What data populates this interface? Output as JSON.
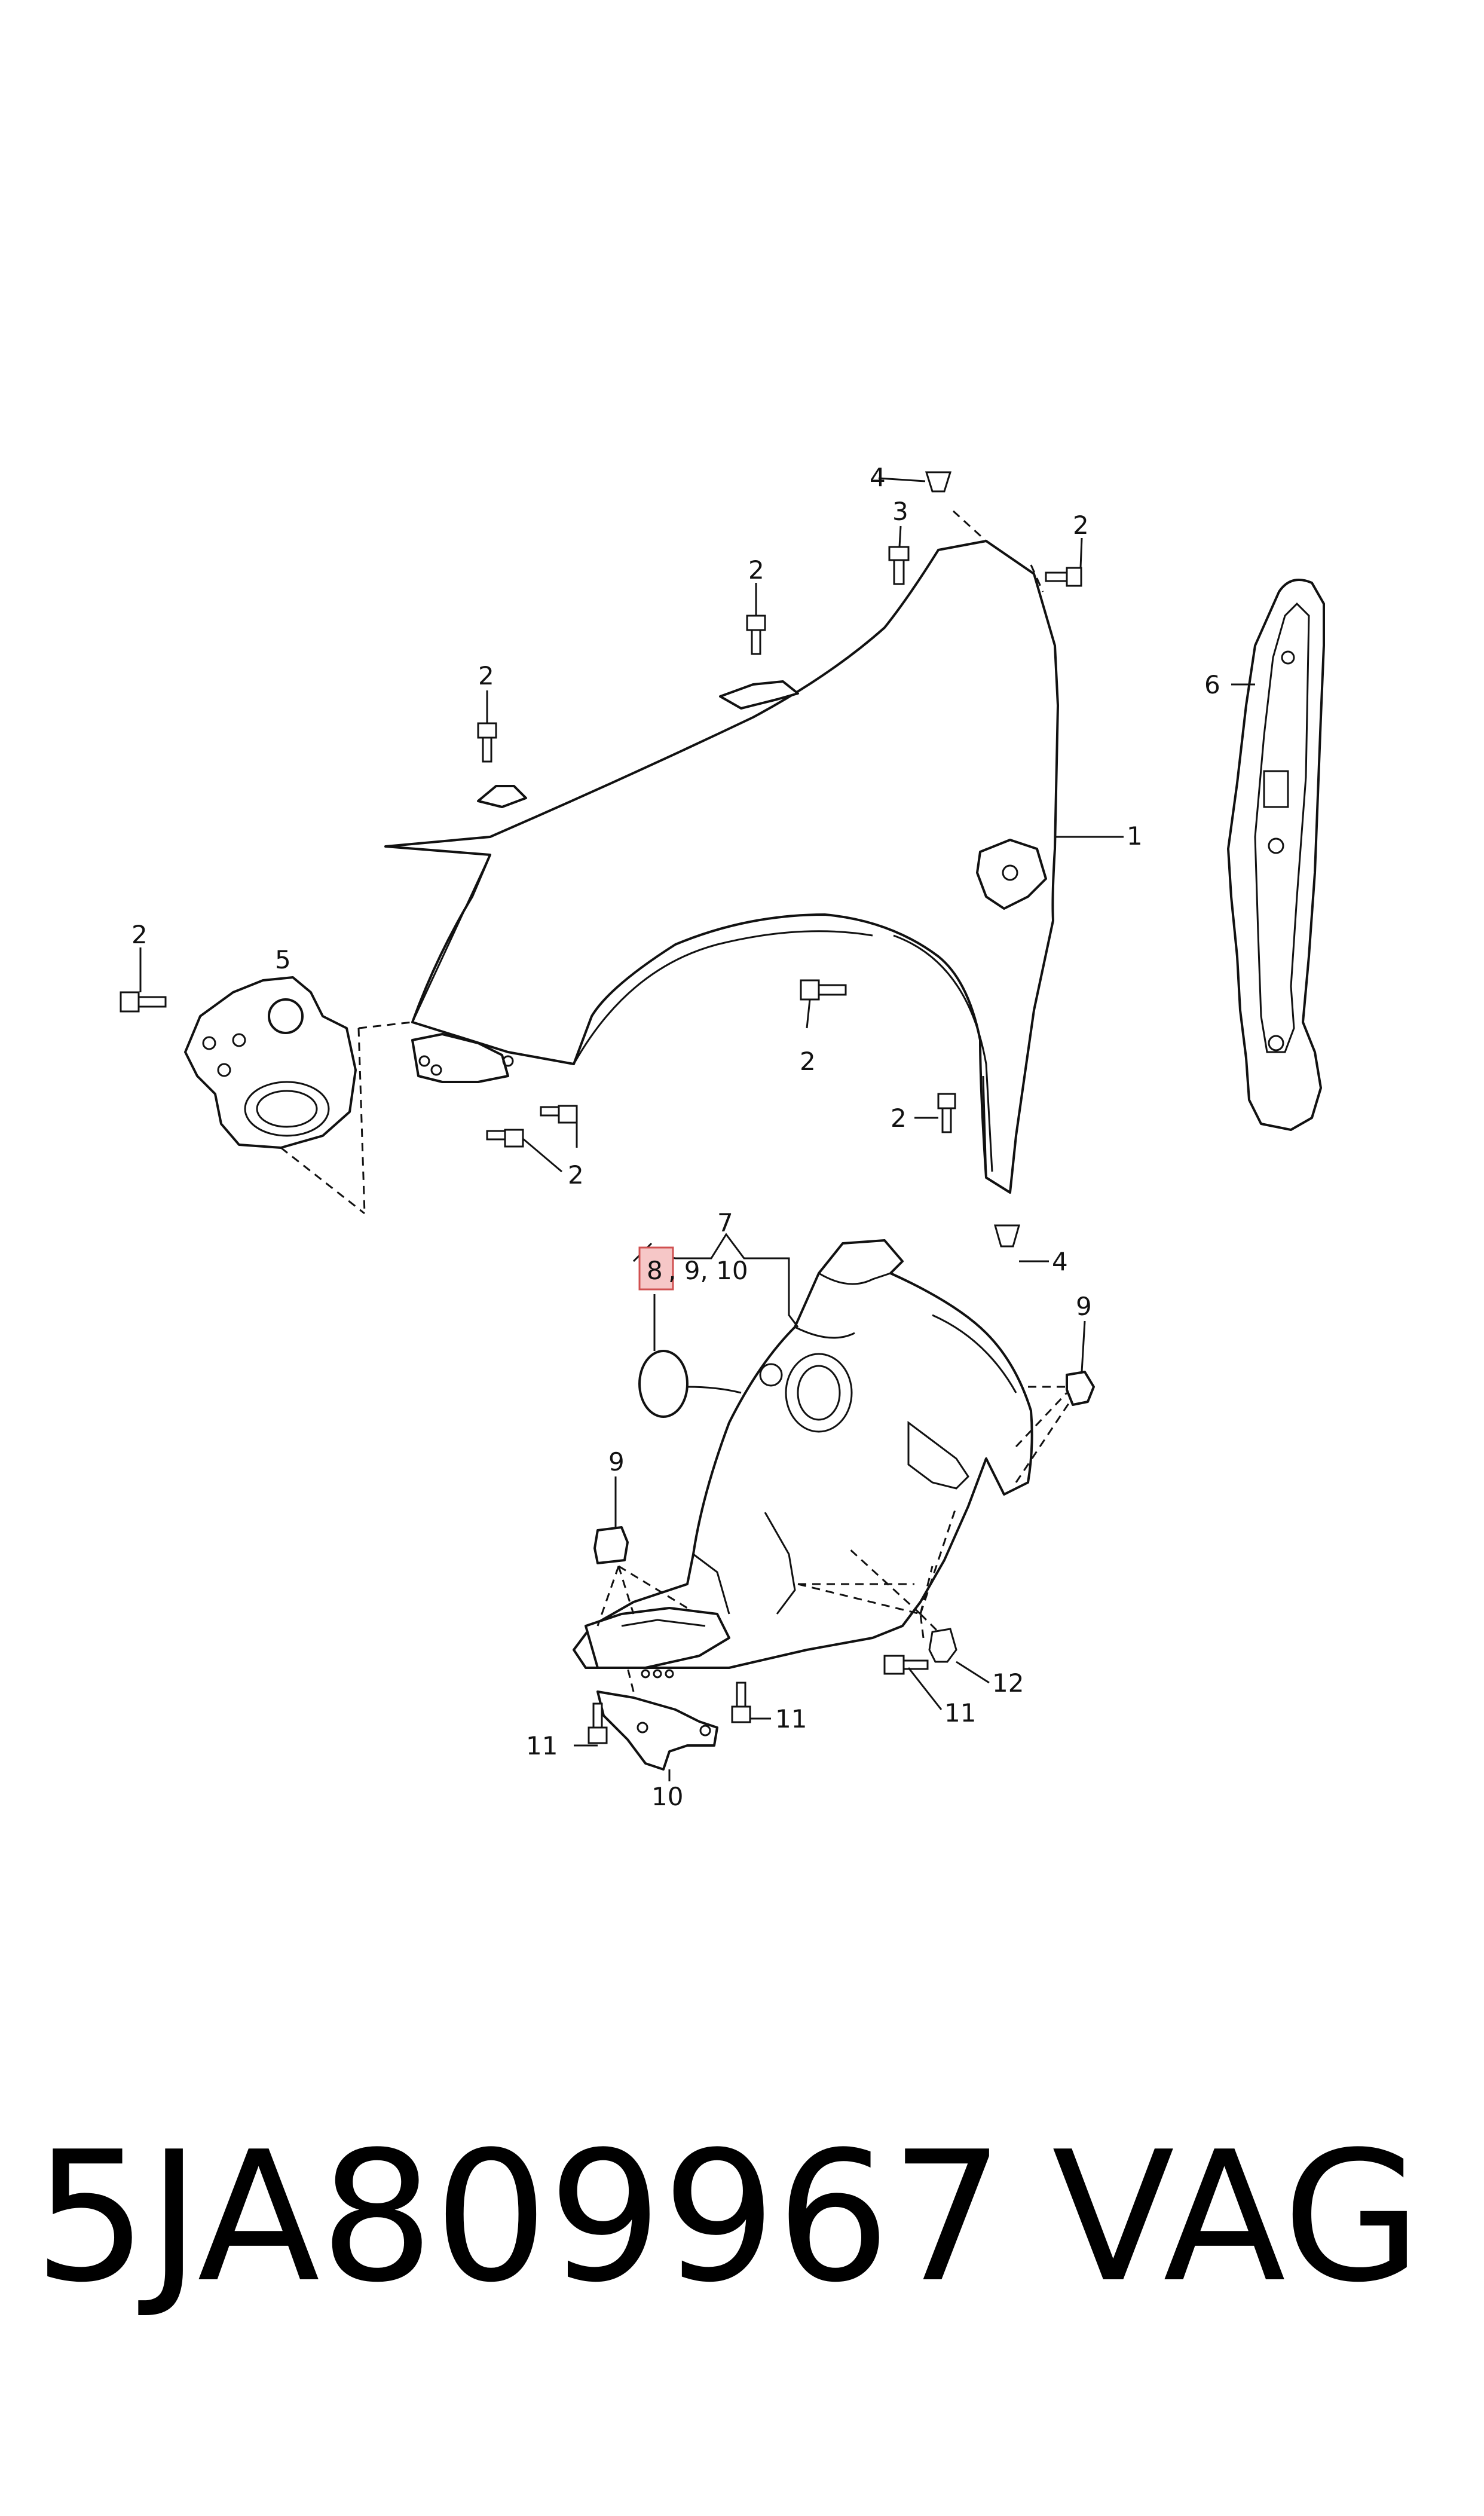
{
  "callouts": {
    "c1": "1",
    "c2a": "2",
    "c2b": "2",
    "c2c": "2",
    "c2d": "2",
    "c2e": "2",
    "c2f": "2",
    "c2g": "2",
    "c3": "3",
    "c4a": "4",
    "c4b": "4",
    "c5": "5",
    "c6": "6",
    "c7": "7",
    "c8": "8",
    "c8_rest": ", 9, 10",
    "c9a": "9",
    "c9b": "9",
    "c10": "10",
    "c11a": "11",
    "c11b": "11",
    "c11c": "11",
    "c12": "12"
  },
  "footer": {
    "part_number": "5JA809967",
    "brand": "VAG"
  },
  "colors": {
    "highlight": "#f6c7c7"
  }
}
